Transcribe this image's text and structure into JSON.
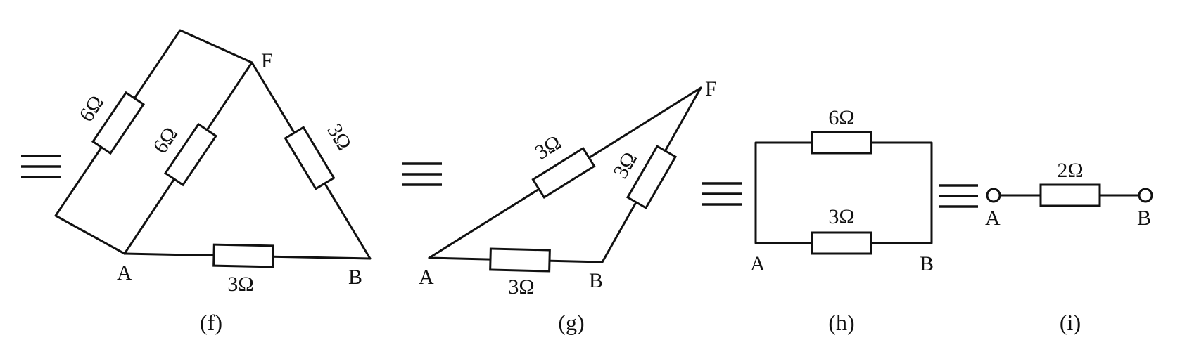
{
  "panel_f": {
    "resistors": {
      "outer_left": "6Ω",
      "inner_left": "6Ω",
      "right": "3Ω",
      "bottom": "3Ω"
    },
    "nodes": {
      "a": "A",
      "b": "B",
      "f": "F"
    },
    "caption": "(f)"
  },
  "panel_g": {
    "resistors": {
      "left": "3Ω",
      "right": "3Ω",
      "bottom": "3Ω"
    },
    "nodes": {
      "a": "A",
      "b": "B",
      "f": "F"
    },
    "caption": "(g)"
  },
  "panel_h": {
    "resistors": {
      "top": "6Ω",
      "bottom": "3Ω"
    },
    "nodes": {
      "a": "A",
      "b": "B"
    },
    "caption": "(h)"
  },
  "panel_i": {
    "resistors": {
      "single": "2Ω"
    },
    "nodes": {
      "a": "A",
      "b": "B"
    },
    "caption": "(i)"
  }
}
